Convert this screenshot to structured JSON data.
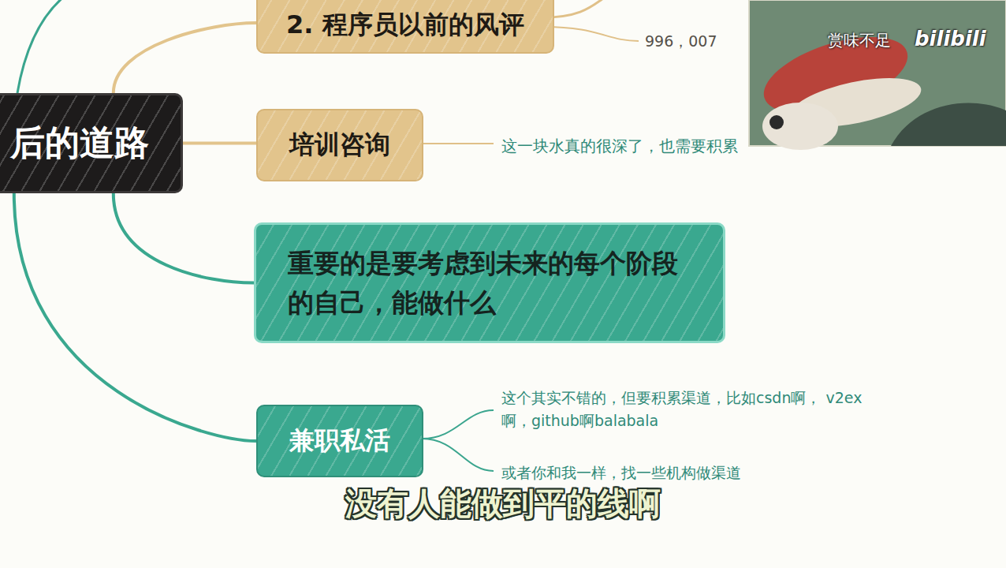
{
  "diagram": {
    "nodes": [
      {
        "text": [
          "后的道路"
        ]
      },
      {
        "text": [
          "2. 程序员以前的风评"
        ]
      },
      {
        "text": [
          "培训咨询"
        ]
      },
      {
        "text": [
          "重要的是要考虑到未来的每个阶段的自己，能做什么"
        ]
      },
      {
        "text": [
          "兼职私活"
        ]
      }
    ],
    "edges": [
      {
        "from": 0,
        "to": 1,
        "arrow": "none"
      },
      {
        "from": 0,
        "to": 2,
        "arrow": "none"
      },
      {
        "from": 0,
        "to": 3,
        "arrow": "none"
      },
      {
        "from": 0,
        "to": 4,
        "arrow": "none"
      }
    ],
    "labels": [
      "996，007",
      "这一块水真的很深了，也需要积累",
      "这个其实不错的，但要积累渠道，比如csdn啊， v2ex啊，github啊balabala",
      "或者你和我一样，找一些机构做渠道",
      "没有人能做到平的线啊",
      "赏味不足",
      "bilibili"
    ]
  }
}
